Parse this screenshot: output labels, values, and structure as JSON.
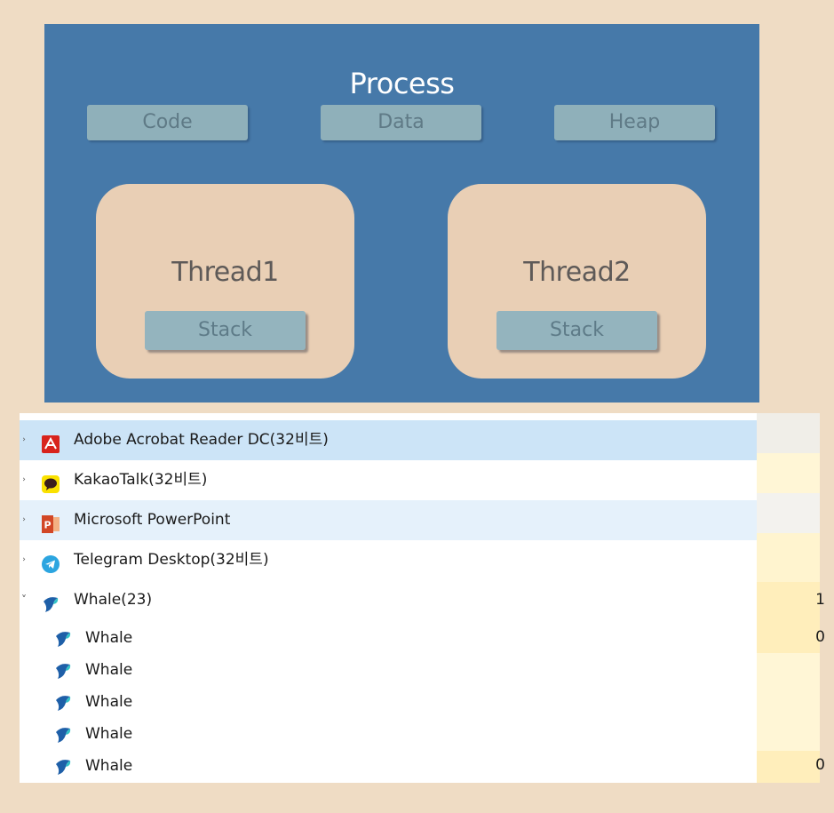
{
  "diagram": {
    "title": "Process",
    "segments": {
      "code": "Code",
      "data": "Data",
      "heap": "Heap"
    },
    "threads": [
      {
        "label": "Thread1",
        "stack": "Stack"
      },
      {
        "label": "Thread2",
        "stack": "Stack"
      }
    ],
    "colors": {
      "page_bg": "#efdcc4",
      "process_bg": "#4679a9",
      "segment_bg": "#8fb0ba",
      "thread_bg": "#e9cfb5",
      "stack_bg": "#94b4be"
    }
  },
  "process_list": {
    "apps": [
      {
        "name": "Adobe Acrobat Reader DC(32비트)",
        "icon": "acrobat-icon",
        "selected": true
      },
      {
        "name": "KakaoTalk(32비트)",
        "icon": "kakaotalk-icon"
      },
      {
        "name": "Microsoft PowerPoint",
        "icon": "powerpoint-icon",
        "hovered": true
      },
      {
        "name": "Telegram Desktop(32비트)",
        "icon": "telegram-icon"
      },
      {
        "name": "Whale(23)",
        "icon": "whale-icon",
        "expanded": true
      }
    ],
    "children": [
      {
        "name": "Whale",
        "icon": "whale-icon"
      },
      {
        "name": "Whale",
        "icon": "whale-icon"
      },
      {
        "name": "Whale",
        "icon": "whale-icon"
      },
      {
        "name": "Whale",
        "icon": "whale-icon"
      },
      {
        "name": "Whale",
        "icon": "whale-icon"
      }
    ],
    "stat_values": {
      "whale_group": "1",
      "whale_child_1": "0",
      "whale_child_5": "0"
    },
    "colors": {
      "selected": "#cce4f7",
      "hover": "#e5f1fb",
      "stat_bg": "#fff6d6"
    }
  }
}
